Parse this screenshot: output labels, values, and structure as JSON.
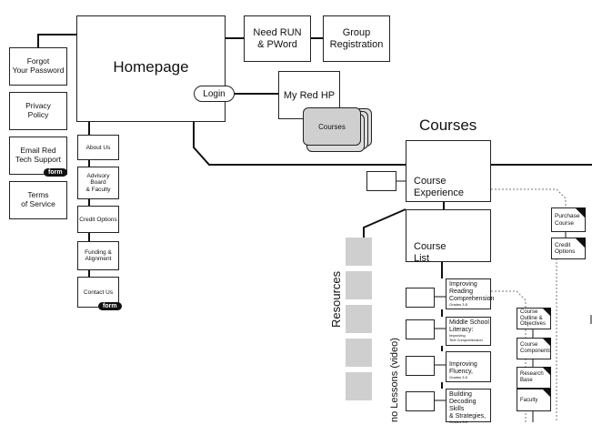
{
  "left_links": {
    "forgot": "Forgot\nYour Password",
    "privacy": "Privacy\nPolicy",
    "email": "Email Red\nTech Support",
    "terms": "Terms\nof Service",
    "form_badge": "form"
  },
  "homepage": {
    "title": "Homepage",
    "login": "Login"
  },
  "top_boxes": {
    "need_run": "Need RUN\n& PWord",
    "group_reg": "Group\nRegistration",
    "my_red_hp": "My Red HP",
    "courses_stack": "Courses"
  },
  "sub_links": {
    "about": "About Us",
    "advisory": "Advisory Board\n& Faculty",
    "credit": "Credit Options",
    "funding": "Funding &\nAlignment",
    "contact": "Contact Us",
    "form_badge": "form"
  },
  "courses": {
    "heading": "Courses",
    "experience": "Course\nExperience",
    "list": "Course\nList",
    "purchase": "Purchase\nCourse",
    "credit_options": "Credit\nOptions"
  },
  "resources_label": "Resources",
  "demo_label": "no Lessons (video)",
  "course_items": [
    {
      "title": "Improving\nReading\nComprehension",
      "sub": "Grades 3-5"
    },
    {
      "title": "Middle School\nLiteracy:",
      "sub": "Improving\nText Comprehension"
    },
    {
      "title": "Improving\nFluency,",
      "sub": "Grades 3-5"
    },
    {
      "title": "Building\nDecoding\nSkills\n& Strategies,",
      "sub": "Grades 3-5"
    }
  ],
  "course_detail": {
    "outline": "Course\nOutline &\nObjectives",
    "components": "Course\nComponents",
    "research": "Research\nBase",
    "faculty": "Faculty"
  }
}
